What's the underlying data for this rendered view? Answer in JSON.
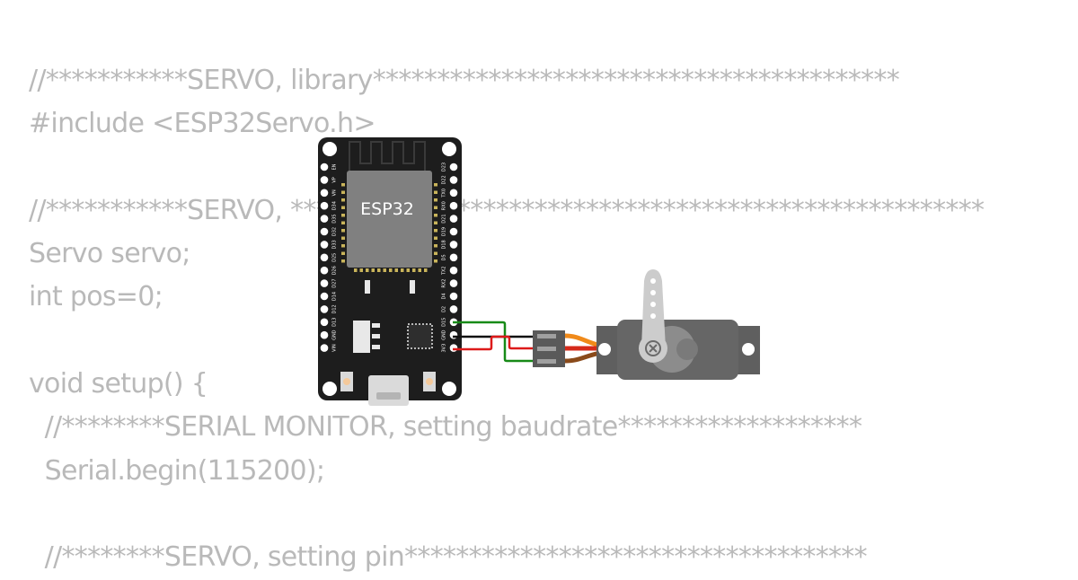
{
  "code_lines": [
    "//***********SERVO, library*****************************************",
    "#include <ESP32Servo.h>",
    "",
    "//***********SERVO, ******************************************************",
    "Servo servo;",
    "int pos=0;",
    "",
    "void setup() {",
    "  //********SERIAL MONITOR, setting baudrate*******************",
    "  Serial.begin(115200);",
    "",
    "  //********SERVO, setting pin************************************"
  ],
  "board": {
    "chip_label": "ESP32",
    "left_pins": [
      "EN",
      "VP",
      "VN",
      "D34",
      "D35",
      "D32",
      "D33",
      "D25",
      "D26",
      "D27",
      "D14",
      "D12",
      "D13",
      "GND",
      "VIN"
    ],
    "right_pins": [
      "D23",
      "D22",
      "TX0",
      "RX0",
      "D21",
      "D19",
      "D18",
      "D5",
      "TX2",
      "RX2",
      "D4",
      "D2",
      "D15",
      "GND",
      "3V3"
    ]
  },
  "colors": {
    "code_text": "#b9b9b9",
    "board": "#1d1d1d",
    "chip": "#808080",
    "wire_signal": "#178a17",
    "wire_ground": "#111111",
    "wire_power": "#dd1a1a",
    "servo_body": "#5f5f5f",
    "servo_horn": "#c8c8c8",
    "servo_lead_orange": "#f08a1a",
    "servo_lead_brown": "#8a4a1a"
  },
  "icons": {
    "servo_screw": "close-icon"
  }
}
